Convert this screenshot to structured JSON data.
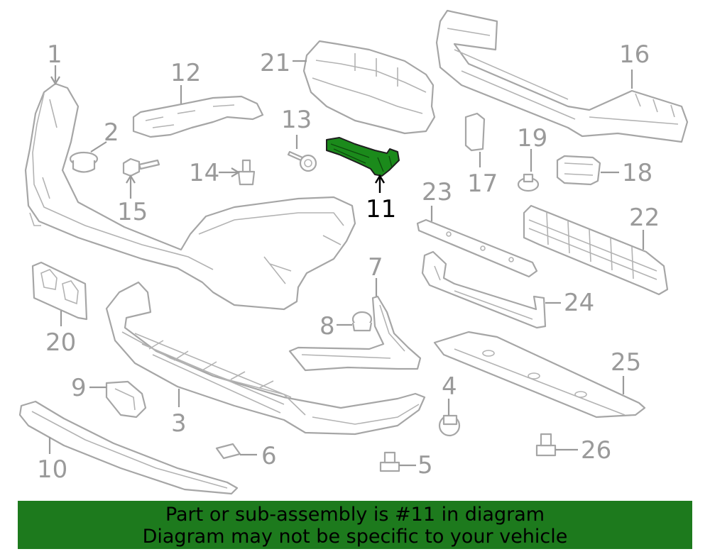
{
  "diagram": {
    "highlighted_part": "11",
    "colors": {
      "highlight": "#1b8a1b",
      "banner": "#1d7a1d",
      "line": "#a6a6a6",
      "label": "#9a9a9a"
    },
    "labels": {
      "p1": "1",
      "p2": "2",
      "p3": "3",
      "p4": "4",
      "p5": "5",
      "p6": "6",
      "p7": "7",
      "p8": "8",
      "p9": "9",
      "p10": "10",
      "p11": "11",
      "p12": "12",
      "p13": "13",
      "p14": "14",
      "p15": "15",
      "p16": "16",
      "p17": "17",
      "p18": "18",
      "p19": "19",
      "p20": "20",
      "p21": "21",
      "p22": "22",
      "p23": "23",
      "p24": "24",
      "p25": "25",
      "p26": "26"
    }
  },
  "banner": {
    "line1": "Part or sub-assembly is #11 in diagram",
    "line2": "Diagram may not be specific to your vehicle"
  }
}
